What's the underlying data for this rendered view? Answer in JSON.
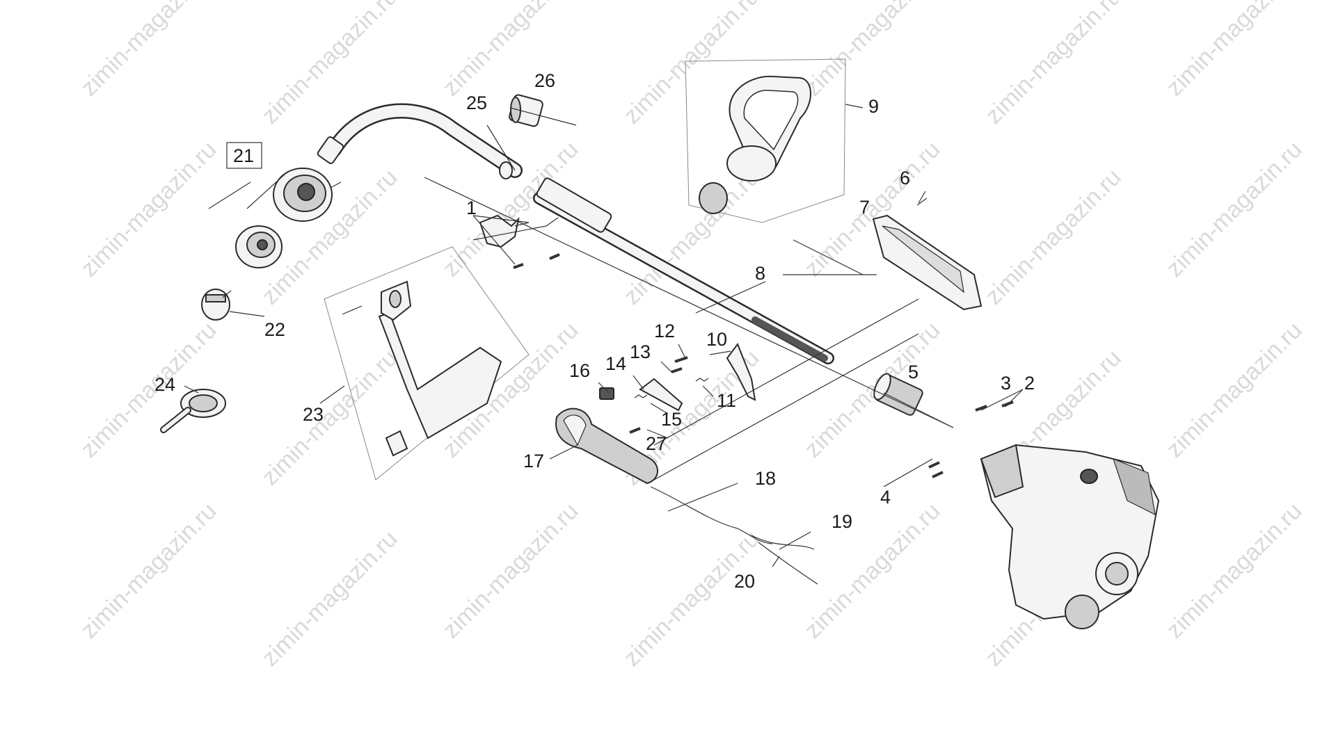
{
  "watermark": "zimin-magazin.ru",
  "callouts": [
    "1",
    "2",
    "3",
    "4",
    "5",
    "6",
    "7",
    "8",
    "9",
    "10",
    "11",
    "12",
    "13",
    "14",
    "15",
    "16",
    "17",
    "18",
    "19",
    "20",
    "21",
    "22",
    "23",
    "24",
    "25",
    "26",
    "27"
  ],
  "boxed_callout": "21"
}
